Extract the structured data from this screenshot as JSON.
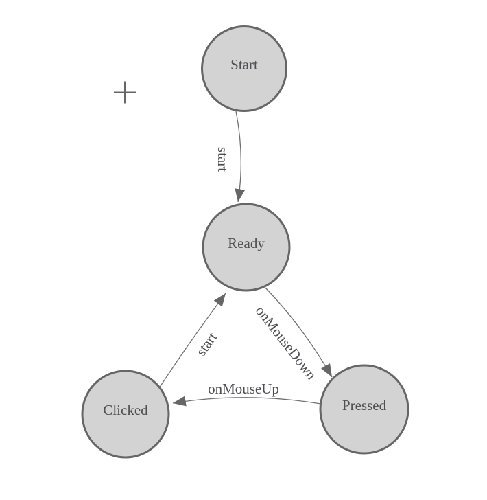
{
  "diagram": {
    "type": "state-machine",
    "nodes": [
      {
        "id": "start",
        "label": "Start"
      },
      {
        "id": "ready",
        "label": "Ready"
      },
      {
        "id": "clicked",
        "label": "Clicked"
      },
      {
        "id": "pressed",
        "label": "Pressed"
      }
    ],
    "edges": [
      {
        "from": "start",
        "to": "ready",
        "label": "start"
      },
      {
        "from": "ready",
        "to": "pressed",
        "label": "onMouseDown"
      },
      {
        "from": "pressed",
        "to": "clicked",
        "label": "onMouseUp"
      },
      {
        "from": "clicked",
        "to": "ready",
        "label": "start"
      }
    ]
  },
  "icons": {
    "crosshair": "plus-crosshair"
  },
  "colors": {
    "canvas_bg": "#ffffff",
    "node_fill": "#d3d3d3",
    "node_stroke": "#666666",
    "edge_stroke": "#707070",
    "arrow_fill": "#666666",
    "label_color": "#4f4f53",
    "crosshair_color": "#666666"
  }
}
